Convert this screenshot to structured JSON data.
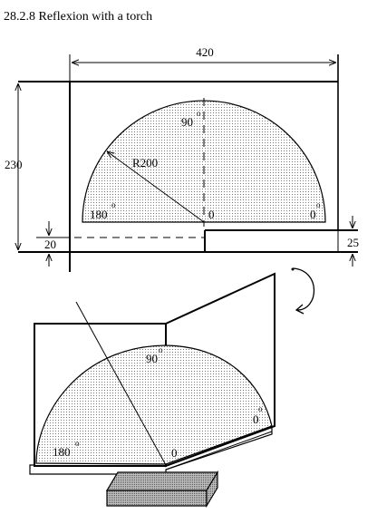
{
  "title": "28.2.8 Reflexion with a torch",
  "top_view": {
    "dim_width": "420",
    "dim_height": "230",
    "dim_radius": "R200",
    "dim_left_offset": "20",
    "dim_right_offset": "25",
    "angle_90": "90",
    "angle_180": "180",
    "angle_0_center": "0",
    "angle_0_edge": "0",
    "degree_symbol": "o"
  },
  "perspective_view": {
    "angle_90": "90",
    "angle_180": "180",
    "angle_0_center": "0",
    "angle_0_edge": "0",
    "degree_symbol": "o"
  }
}
